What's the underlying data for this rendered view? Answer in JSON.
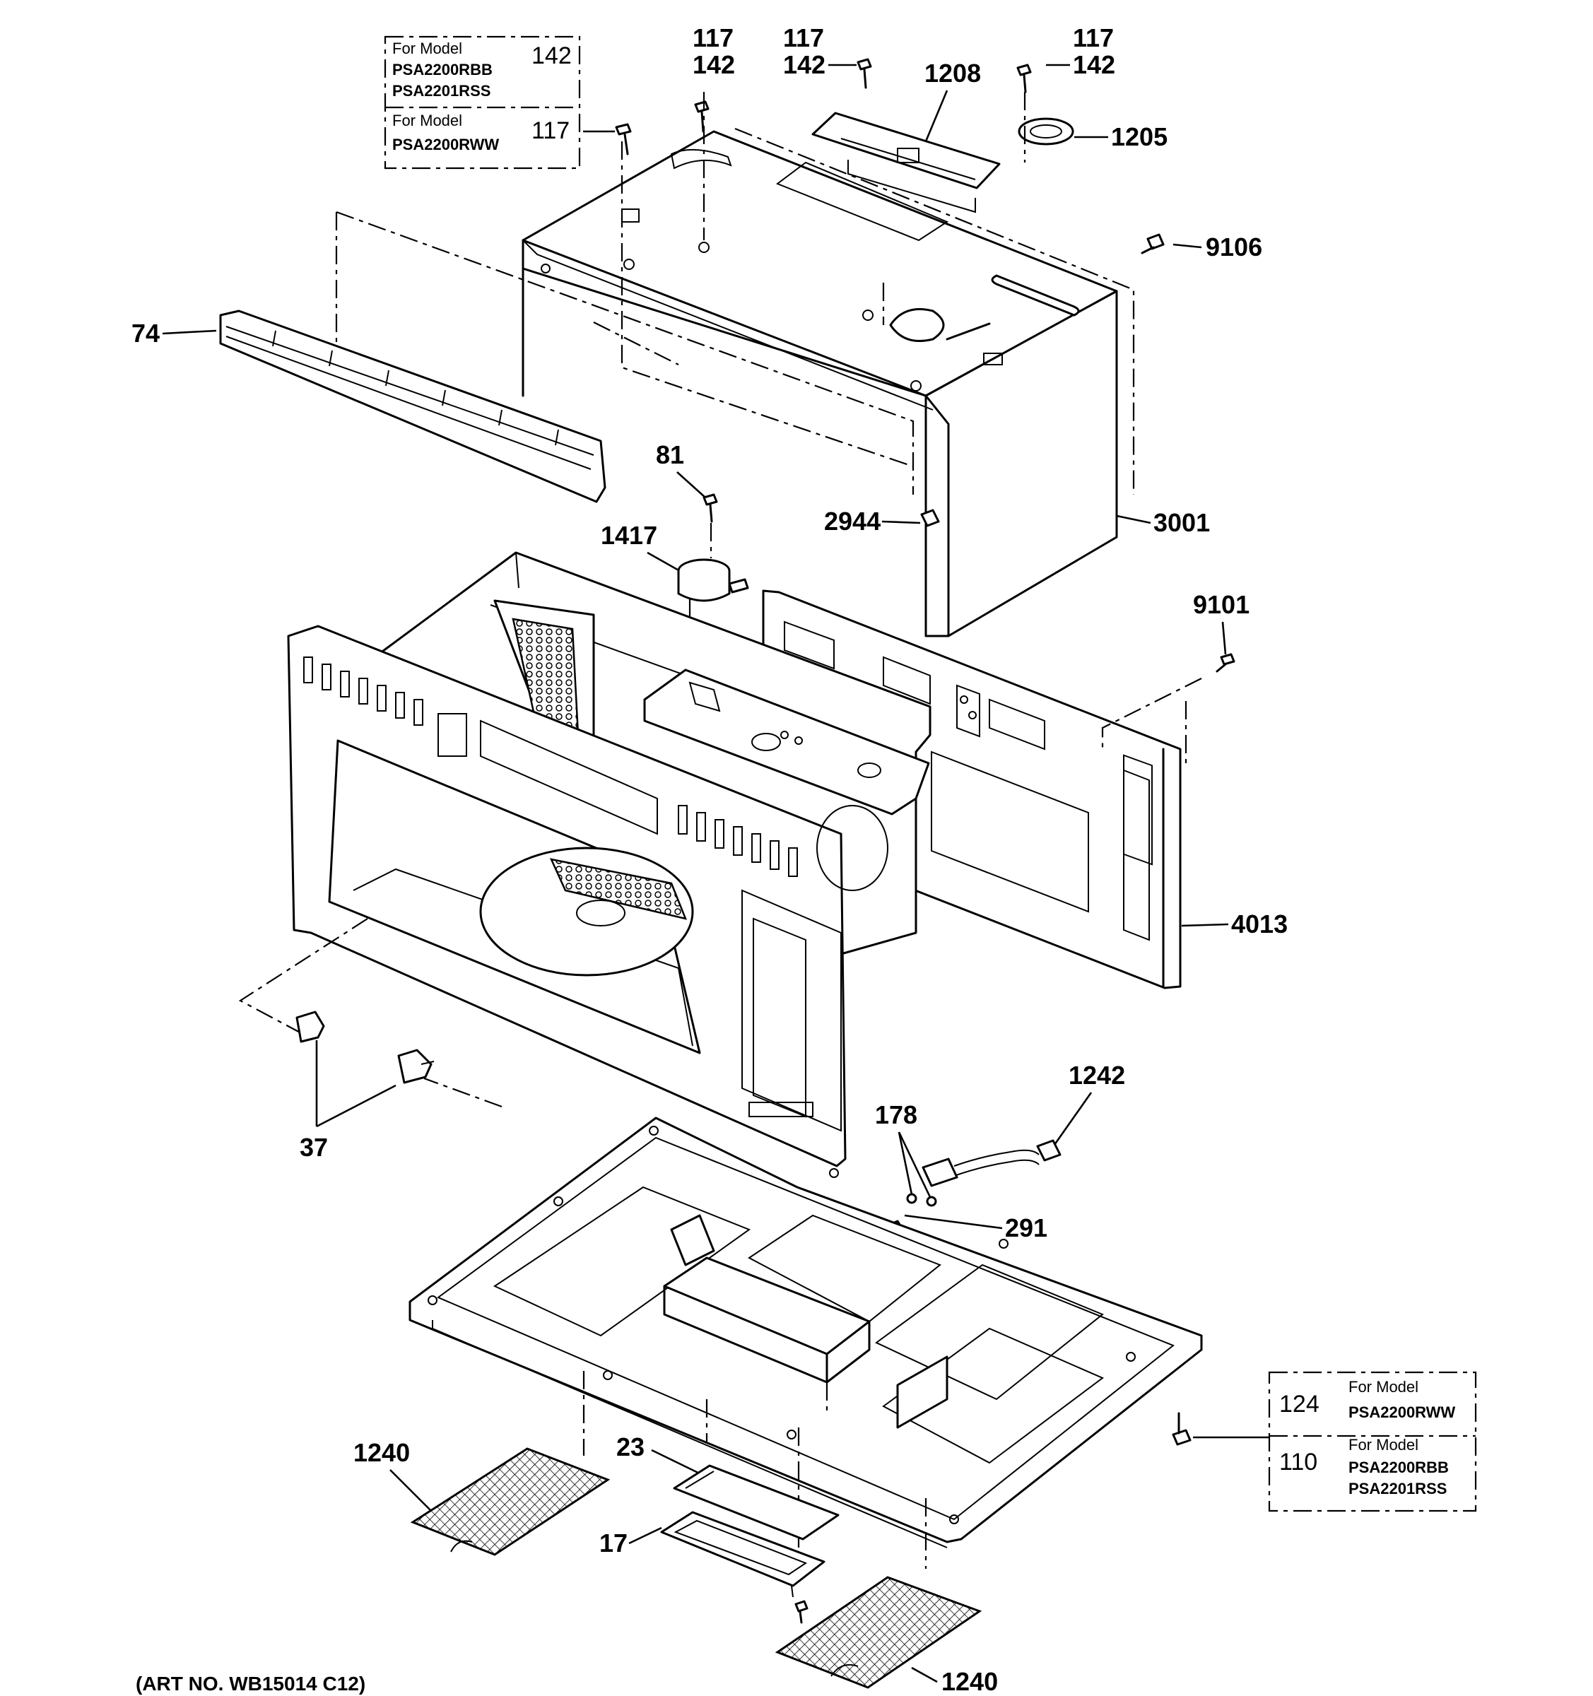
{
  "callouts": {
    "c74": "74",
    "c117a": "117",
    "c142a": "142",
    "c117b": "117",
    "c142b": "142",
    "c117c": "117",
    "c142c": "142",
    "c1208": "1208",
    "c1205": "1205",
    "c9106": "9106",
    "c81": "81",
    "c1417": "1417",
    "c2944": "2944",
    "c3001": "3001",
    "c9101": "9101",
    "c4013": "4013",
    "c37": "37",
    "c1242": "1242",
    "c178": "178",
    "c291": "291",
    "c1240a": "1240",
    "c23": "23",
    "c17": "17",
    "c1240b": "1240"
  },
  "model_box_top": {
    "row1": {
      "label": "For Model",
      "models": [
        "PSA2200RBB",
        "PSA2201RSS"
      ],
      "part": "142"
    },
    "row2": {
      "label": "For Model",
      "models": [
        "PSA2200RWW"
      ],
      "part": "117"
    }
  },
  "model_box_bottom": {
    "row1": {
      "part": "124",
      "label": "For Model",
      "models": [
        "PSA2200RWW"
      ]
    },
    "row2": {
      "part": "110",
      "label": "For Model",
      "models": [
        "PSA2200RBB",
        "PSA2201RSS"
      ]
    }
  },
  "art_number": "(ART NO. WB15014 C12)"
}
